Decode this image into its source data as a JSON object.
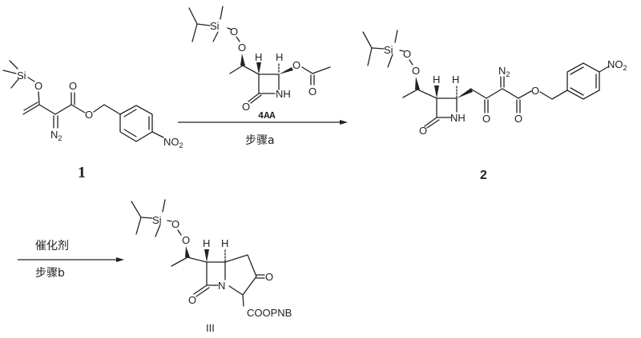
{
  "compound_1": {
    "label": "1",
    "atoms": {
      "si": "Si",
      "o_silyl": "O",
      "n2": "N",
      "n2_sub": "2",
      "o_carbonyl": "O",
      "o_ester": "O",
      "no2": "NO",
      "no2_sub": "2"
    }
  },
  "reagent_4AA": {
    "label": "4AA",
    "atoms": {
      "si": "Si",
      "o1": "O",
      "o2": "O",
      "h1": "H",
      "h2": "H",
      "nh": "NH",
      "o_lactam": "O",
      "o_acetoxy": "O",
      "o_acetyl": "O"
    }
  },
  "step_a": {
    "label": "步骤a"
  },
  "compound_2": {
    "label": "2",
    "atoms": {
      "si": "Si",
      "o1": "O",
      "o2": "O",
      "h1": "H",
      "h2": "H",
      "nh": "NH",
      "o_lactam": "O",
      "o_ketone": "O",
      "n2": "N",
      "n2_sub": "2",
      "o_carbonyl": "O",
      "o_ester": "O",
      "no2": "NO",
      "no2_sub": "2"
    }
  },
  "step_b": {
    "catalyst": "催化剂",
    "label": "步骤b"
  },
  "compound_III": {
    "label": "III",
    "atoms": {
      "si": "Si",
      "o1": "O",
      "o2": "O",
      "h1": "H",
      "h2": "H",
      "n": "N",
      "o_lactam": "O",
      "o_ketone": "O",
      "ester": "COOPNB"
    }
  }
}
